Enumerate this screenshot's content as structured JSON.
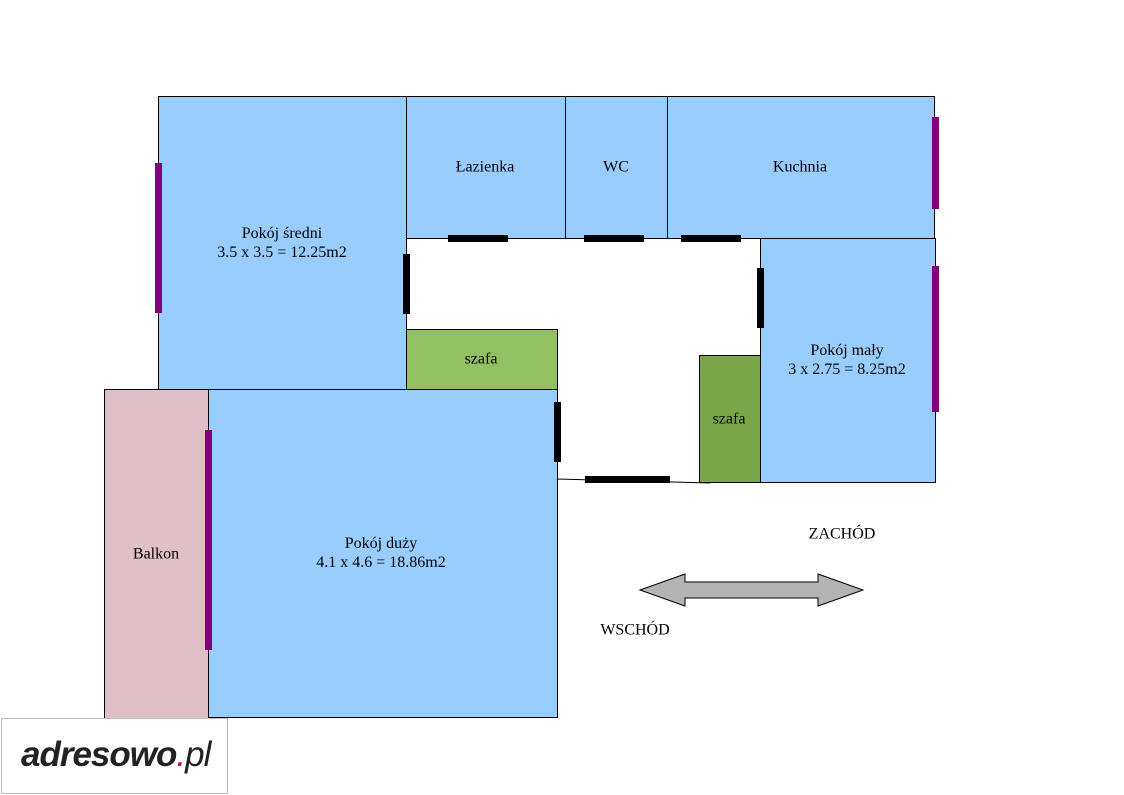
{
  "rooms": {
    "pokoj_sredni": {
      "name": "Pokój średni",
      "size": "3.5 x 3.5 = 12.25m2"
    },
    "lazienka": {
      "name": "Łazienka"
    },
    "wc": {
      "name": "WC"
    },
    "kuchnia": {
      "name": "Kuchnia"
    },
    "pokoj_maly": {
      "name": "Pokój mały",
      "size": "3 x 2.75 = 8.25m2"
    },
    "pokoj_duzy": {
      "name": "Pokój duży",
      "size": "4.1 x 4.6 = 18.86m2"
    },
    "balkon": {
      "name": "Balkon"
    },
    "szafa_1": {
      "name": "szafa"
    },
    "szafa_2": {
      "name": "szafa"
    }
  },
  "compass": {
    "west": "ZACHÓD",
    "east": "WSCHÓD"
  },
  "logo": {
    "main": "adresowo",
    "dot": ".",
    "tld": "pl"
  },
  "colors": {
    "room": "#99ccff",
    "balcony": "#dfc0c9",
    "wardrobe_light": "#93c063",
    "wardrobe_dark": "#7aa548",
    "door": "#000000",
    "window": "#800080",
    "arrow": "#b3b3b3"
  }
}
